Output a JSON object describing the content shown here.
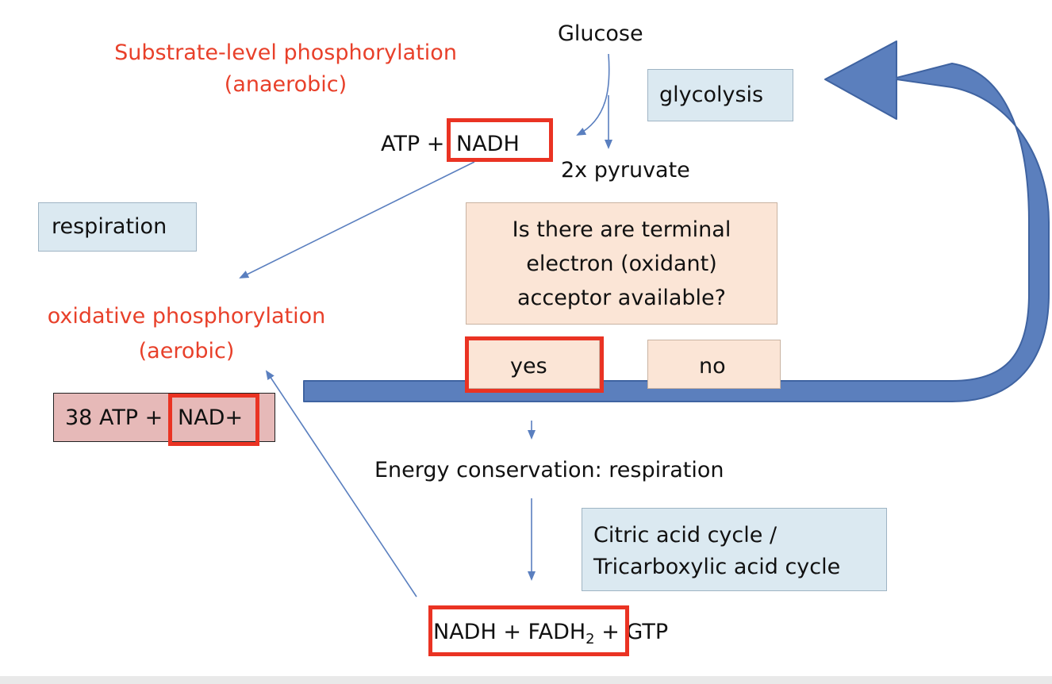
{
  "diagram": {
    "substrate_level": {
      "line1": "Substrate-level phosphorylation",
      "line2": "(anaerobic)"
    },
    "glucose": "Glucose",
    "glycolysis": "glycolysis",
    "atp_plus": "ATP +",
    "nadh": "NADH",
    "pyruvate": "2x pyruvate",
    "respiration": "respiration",
    "question": {
      "line1": "Is there are terminal",
      "line2": "electron (oxidant)",
      "line3": "acceptor available?"
    },
    "yes": "yes",
    "no": "no",
    "oxidative": {
      "line1": "oxidative phosphorylation",
      "line2": "(aerobic)"
    },
    "atp38": "38 ATP +",
    "nadplus": "NAD+",
    "energy_conservation": "Energy conservation: respiration",
    "tca": {
      "line1": "Citric acid cycle /",
      "line2": "Tricarboxylic acid cycle"
    },
    "product": {
      "nadh_fadh": "NADH + FADH",
      "fadh_subscript": "2",
      "plus_gtp": " + GTP"
    }
  },
  "colors": {
    "label_red": "#e8402a",
    "frame_red": "#ea3323",
    "arrow_blue": "#5a7fbf",
    "big_arrow": "#5b7fbd"
  }
}
